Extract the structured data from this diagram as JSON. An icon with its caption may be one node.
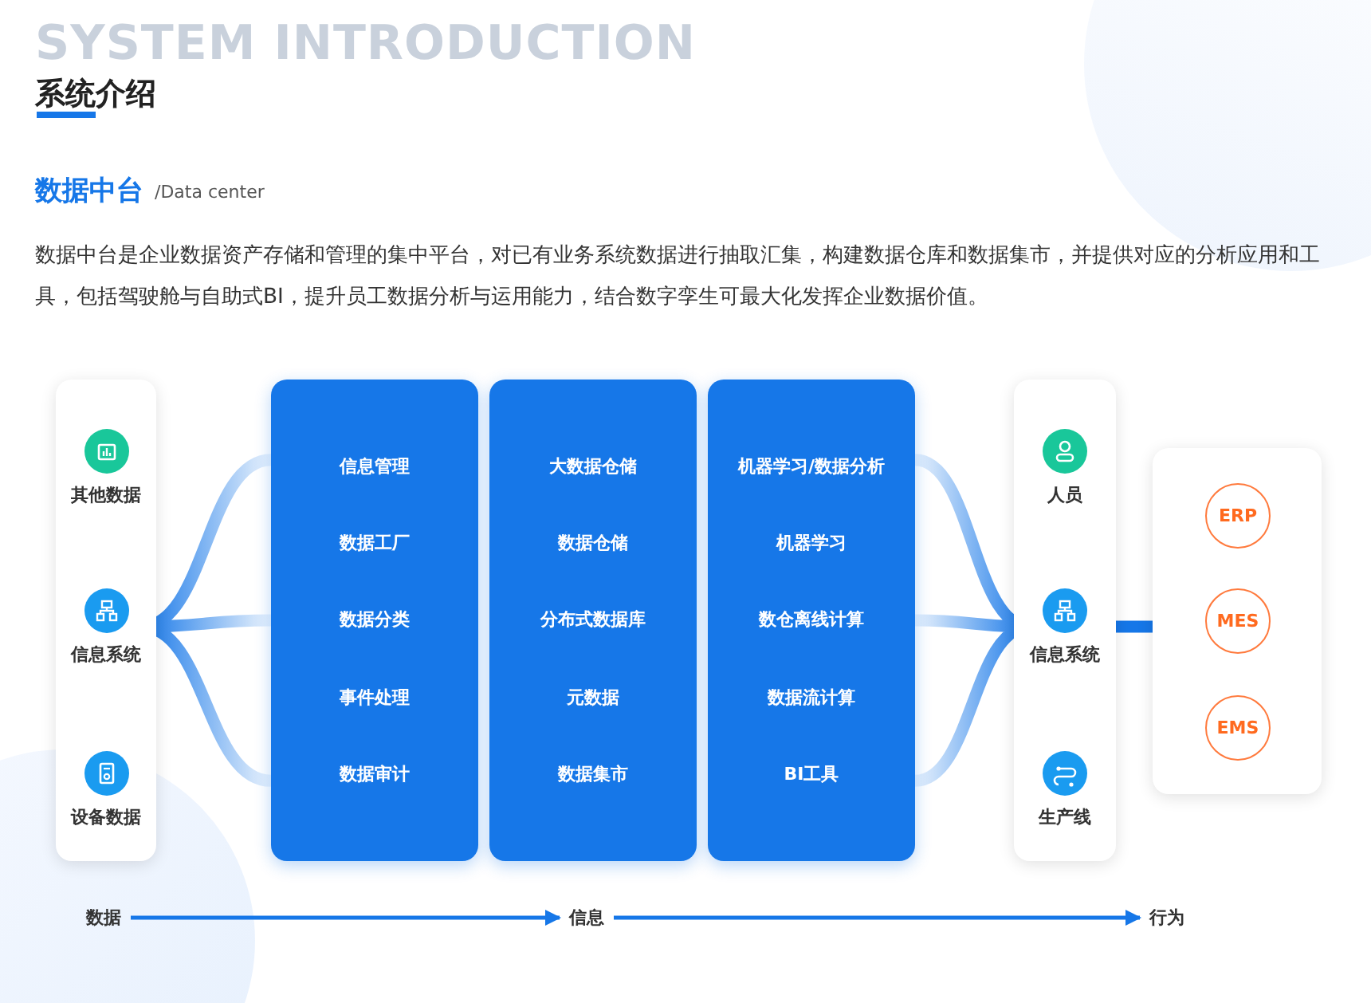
{
  "diagram": {
    "title": "系统介绍",
    "nodes": [
      {
        "text": [],
        "shape": "box"
      },
      {
        "text": [
          "其他数据"
        ],
        "in": 0
      },
      {
        "text": [
          "信息系统"
        ],
        "in": 0
      },
      {
        "text": [
          "设备数据"
        ],
        "in": 0
      },
      {
        "text": [
          "信息管理",
          "数据工厂",
          "数据分类",
          "事件处理",
          "数据审计"
        ]
      },
      {
        "text": [
          "大数据仓储",
          "数据仓储",
          "分布式数据库",
          "元数据",
          "数据集市"
        ]
      },
      {
        "text": [
          "机器学习/数据分析",
          "机器学习",
          "数仓离线计算",
          "数据流计算",
          "BI工具"
        ]
      },
      {
        "text": [],
        "shape": "box"
      },
      {
        "text": [
          "人员"
        ],
        "in": 7
      },
      {
        "text": [
          "信息系统"
        ],
        "in": 7
      },
      {
        "text": [
          "生产线"
        ],
        "in": 7
      },
      {
        "text": [],
        "shape": "box"
      },
      {
        "text": [
          "ERP"
        ],
        "in": 11
      },
      {
        "text": [
          "MES"
        ],
        "in": 11
      },
      {
        "text": [
          "EMS"
        ],
        "in": 11
      },
      {
        "text": [
          "数据"
        ]
      },
      {
        "text": [
          "信息"
        ]
      },
      {
        "text": [
          "行为"
        ]
      }
    ],
    "edges": [
      {
        "from": 2,
        "to": 4,
        "arrow": "none",
        "style": "thick"
      },
      {
        "from": 6,
        "to": 9,
        "arrow": "none",
        "style": "thick"
      },
      {
        "from": 9,
        "to": 11,
        "arrow": "none",
        "style": "thick"
      },
      {
        "from": 15,
        "to": 16,
        "arrow": "to"
      },
      {
        "from": 16,
        "to": 17,
        "arrow": "to"
      }
    ],
    "labels": [
      "SYSTEM INTRODUCTION",
      "数据中台",
      "/Data center",
      "数据中台是企业数据资产存储和管理的集中平台，对已有业务系统数据进行抽取汇集，构建数据仓库和数据集市，并提供对应的分析应用和工具，包括驾驶舱与自助式BI，提升员工数据分析与运用能力，结合数字孪生可最大化发挥企业数据价值。"
    ]
  }
}
